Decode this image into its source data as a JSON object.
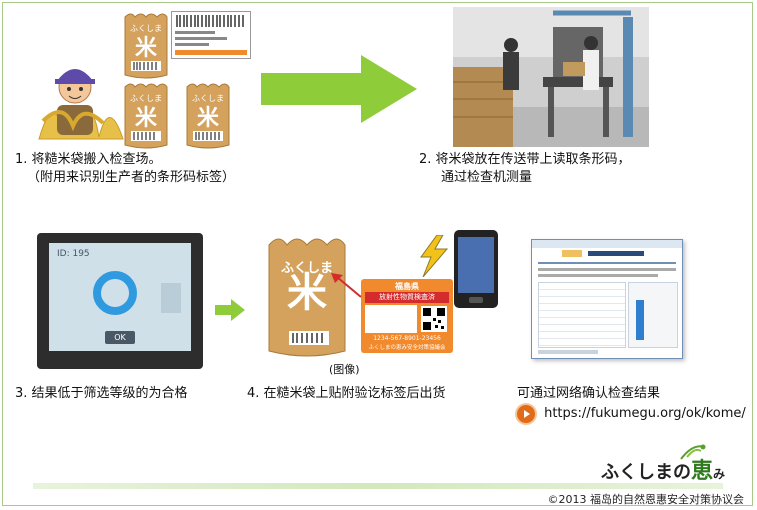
{
  "steps": [
    {
      "line1": "1. 将糙米袋搬入检查场。",
      "line2": "（附用来识别生产者的条形码标签）"
    },
    {
      "line1": "2. 将米袋放在传送带上读取条形码，",
      "line2": "通过检查机测量"
    },
    {
      "line1": "3. 结果低于筛选等级的为合格",
      "line2": ""
    },
    {
      "line1": "4. 在糙米袋上贴附验讫标签后出货",
      "line2": ""
    }
  ],
  "image_note": "(图像)",
  "bag_brand": "ふくしま",
  "bag_kanji": "米",
  "screen": {
    "id_label": "ID: 195",
    "button_label": "OK"
  },
  "label": {
    "prefecture": "福島県",
    "title": "放射性物質検査済",
    "phone": "1234-567-8901-23456",
    "org": "ふくしまの恵み安全対策協議会"
  },
  "web": {
    "confirm_text": "可通过网络确认检查结果",
    "url": "https://fukumegu.org/ok/kome/"
  },
  "logo": {
    "main": "ふくしまの",
    "accent": "恵",
    "tail": "み"
  },
  "copyright": "©2013 福岛的自然恩惠安全对策协议会",
  "colors": {
    "arrow": "#8fcc3a",
    "bag": "#d4a25c",
    "label_orange": "#f08a2c",
    "accent_red": "#d42c2c"
  }
}
